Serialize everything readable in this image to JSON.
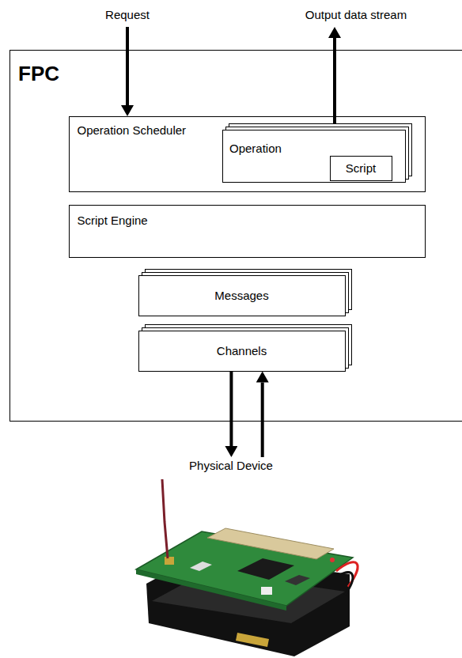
{
  "diagram": {
    "nodes": [
      {
        "text": [
          "FPC"
        ]
      },
      {
        "text": [
          "Operation Scheduler"
        ],
        "in": 0
      },
      {
        "text": [
          "Operation"
        ],
        "in": 1
      },
      {
        "text": [
          "Script"
        ],
        "in": 2
      },
      {
        "text": [
          "Script Engine"
        ],
        "in": 0
      },
      {
        "text": [
          "Messages"
        ],
        "in": 0
      },
      {
        "text": [
          "Channels"
        ],
        "in": 0
      },
      {
        "text": [
          "Physical Device"
        ]
      }
    ],
    "edges": [
      {
        "from": 6,
        "to": 7,
        "arrow": "to"
      },
      {
        "from": 7,
        "to": 6,
        "arrow": "to"
      }
    ],
    "labels": [
      "Request",
      "Output data stream"
    ]
  }
}
